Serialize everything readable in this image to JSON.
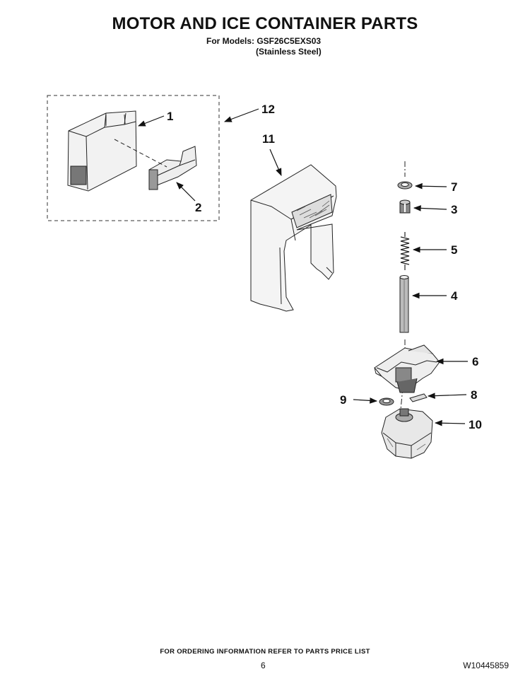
{
  "header": {
    "title": "MOTOR AND ICE CONTAINER PARTS",
    "models_line": "For Models: GSF26C5EXS03",
    "finish_line": "(Stainless Steel)"
  },
  "callouts": [
    "1",
    "2",
    "3",
    "4",
    "5",
    "6",
    "7",
    "8",
    "9",
    "10",
    "11",
    "12"
  ],
  "footer": {
    "ordering_note": "FOR ORDERING INFORMATION REFER TO PARTS PRICE LIST",
    "page_number": "6",
    "document_number": "W10445859"
  }
}
